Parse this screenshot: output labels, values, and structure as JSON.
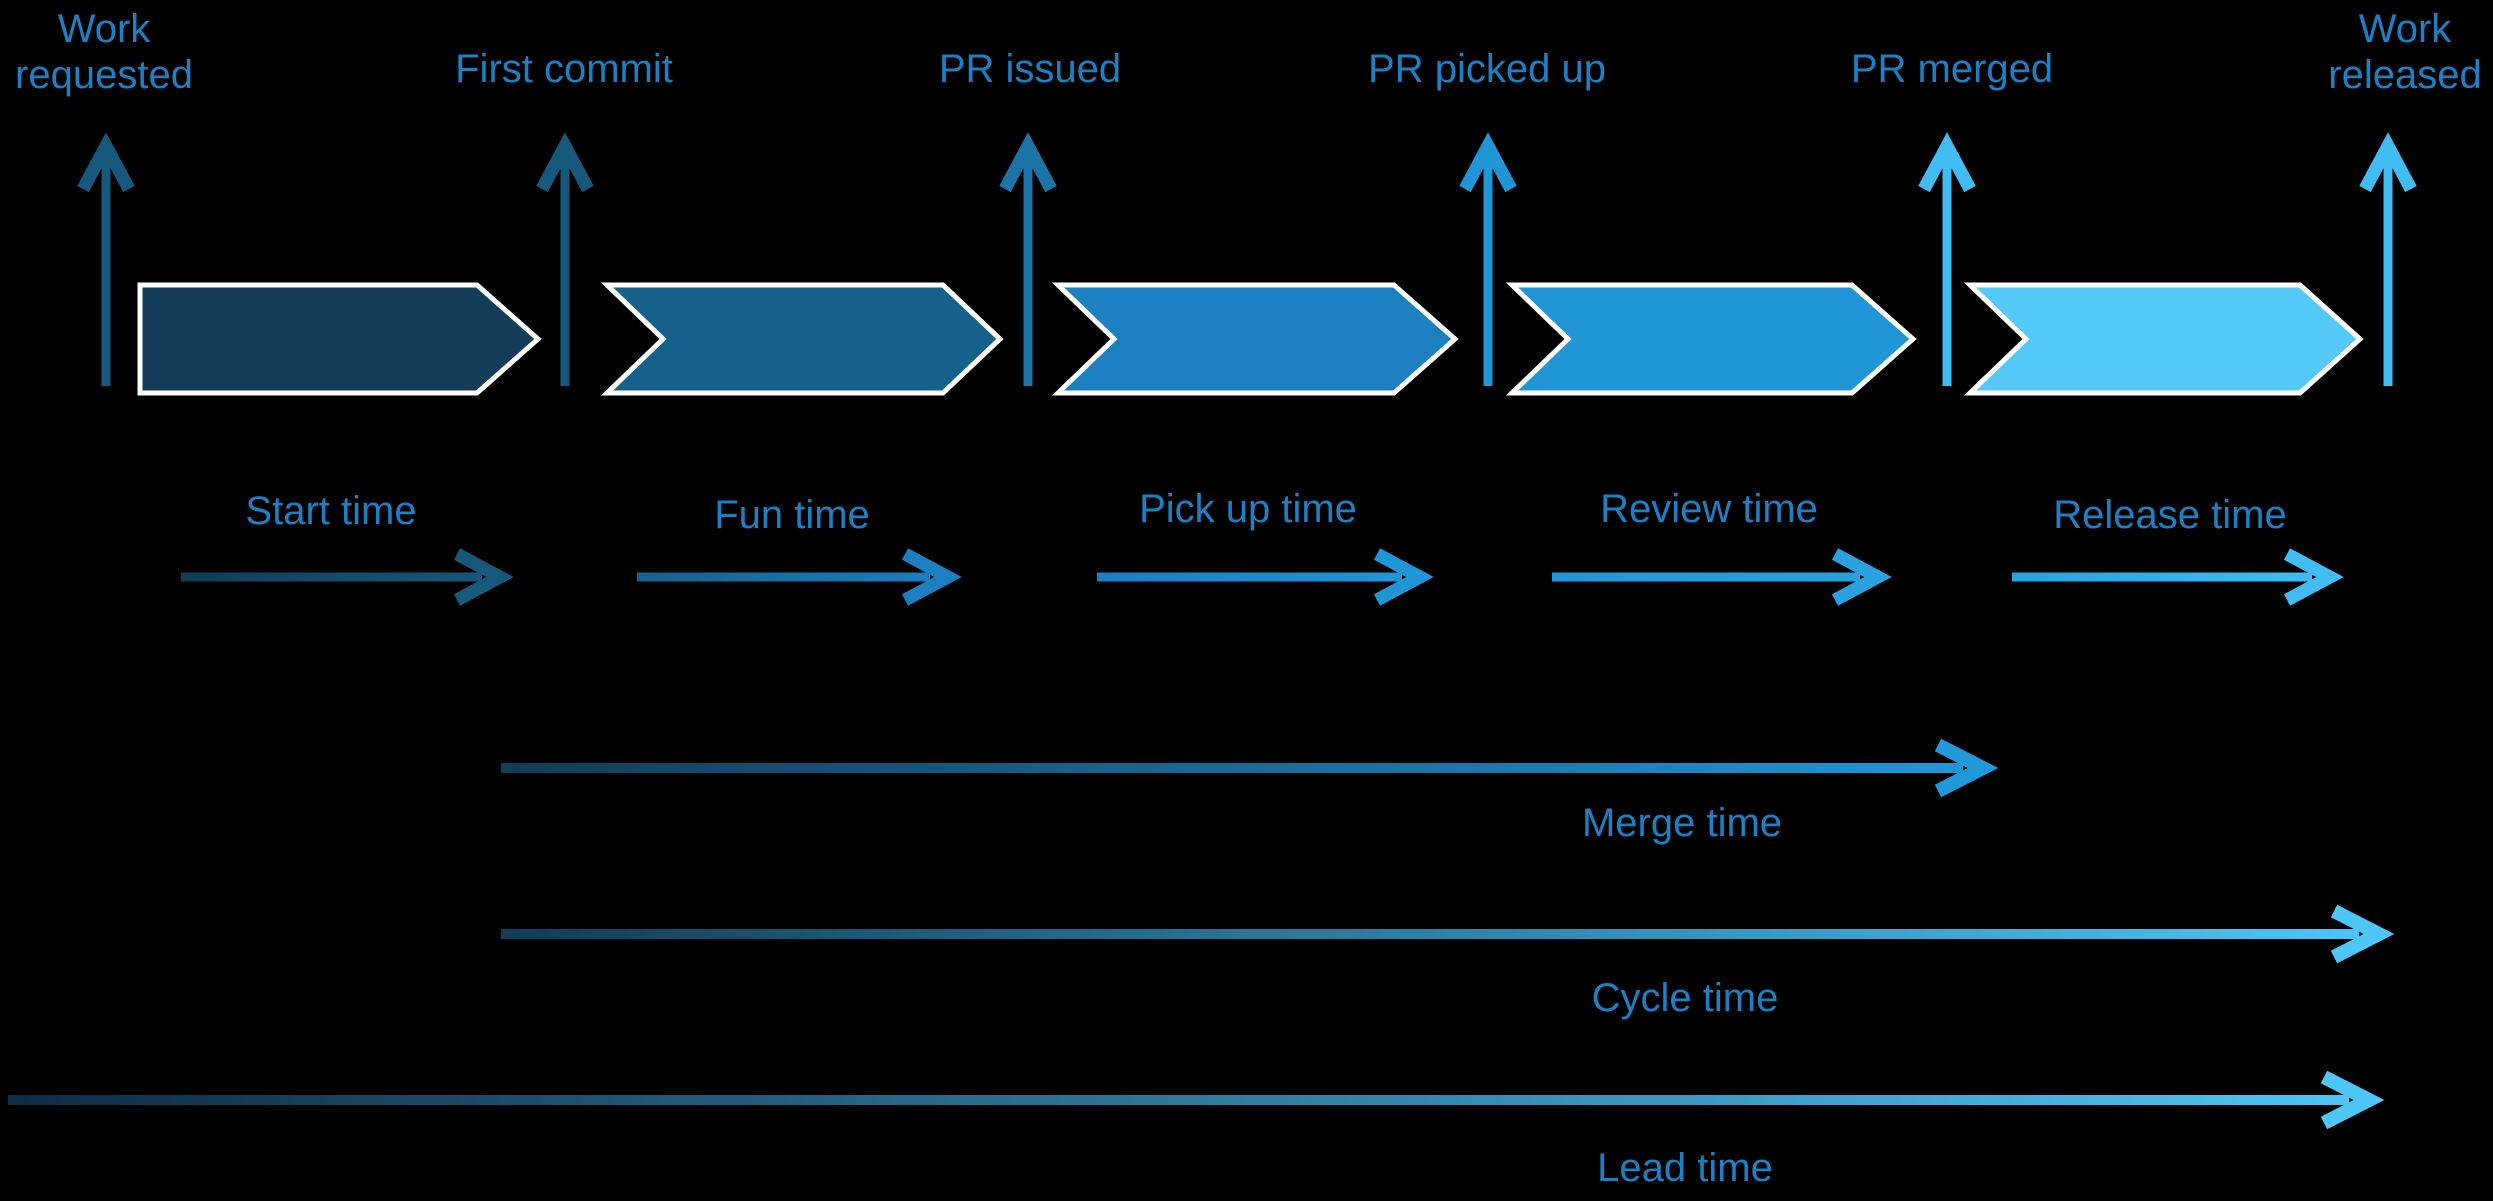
{
  "milestones": [
    {
      "label": "Work requested"
    },
    {
      "label": "First commit"
    },
    {
      "label": "PR issued"
    },
    {
      "label": "PR picked up"
    },
    {
      "label": "PR merged"
    },
    {
      "label": "Work released"
    }
  ],
  "stage_spans": [
    {
      "label": "Start time"
    },
    {
      "label": "Fun time"
    },
    {
      "label": "Pick up time"
    },
    {
      "label": "Review time"
    },
    {
      "label": "Release time"
    }
  ],
  "aggregate_spans": [
    {
      "label": "Merge time"
    },
    {
      "label": "Cycle time"
    },
    {
      "label": "Lead time"
    }
  ],
  "colors": {
    "background": "#000000",
    "text": "#1C80C4",
    "chevron_border": "#FFFFFF",
    "stage1": "#123C58",
    "stage2": "#16618C",
    "stage3": "#1B7FC0",
    "stage4": "#2196D6",
    "stage5": "#54C8F6",
    "arrow_dark": "#17597C",
    "arrow_mid": "#1B73A6",
    "arrow_bright": "#2196D6",
    "arrow_light": "#41BDF3",
    "gradient_deep": "#123C58",
    "gradient_lead_start": "#0E2C42",
    "merge_end": "#2098DA",
    "span4_end": "#29A2E0",
    "light_end": "#4EC6F6"
  }
}
